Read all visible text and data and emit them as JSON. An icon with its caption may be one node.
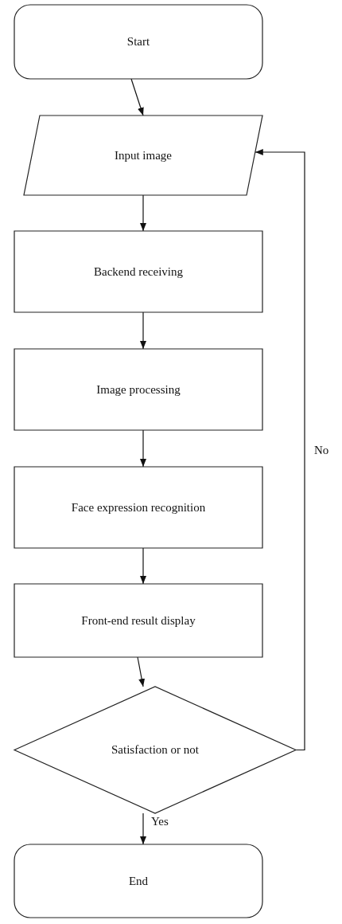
{
  "diagram": {
    "nodes": [
      {
        "text": [
          "Start"
        ]
      },
      {
        "text": [
          "Input image"
        ]
      },
      {
        "text": [
          "Backend receiving"
        ]
      },
      {
        "text": [
          "Image processing"
        ]
      },
      {
        "text": [
          "Face expression recognition"
        ]
      },
      {
        "text": [
          "Front-end result display"
        ]
      },
      {
        "text": [
          "Satisfaction or not"
        ]
      },
      {
        "text": [
          "End"
        ]
      }
    ],
    "edges": [
      {
        "from": 0,
        "to": 1,
        "arrow": "to"
      },
      {
        "from": 1,
        "to": 2,
        "arrow": "to"
      },
      {
        "from": 2,
        "to": 3,
        "arrow": "to"
      },
      {
        "from": 3,
        "to": 4,
        "arrow": "to"
      },
      {
        "from": 4,
        "to": 5,
        "arrow": "to"
      },
      {
        "from": 5,
        "to": 6,
        "arrow": "to"
      },
      {
        "from": 6,
        "to": 7,
        "label": "Yes",
        "arrow": "to"
      },
      {
        "from": 6,
        "to": 1,
        "label": "No",
        "arrow": "to"
      }
    ]
  }
}
